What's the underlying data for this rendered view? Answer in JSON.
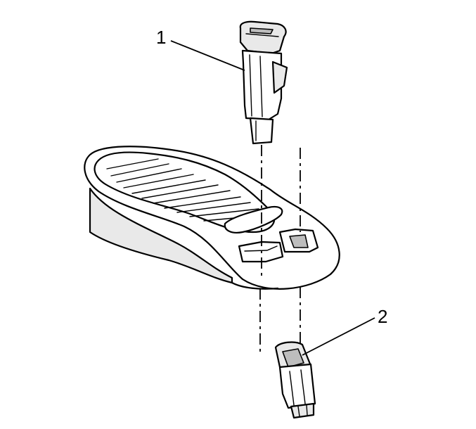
{
  "callouts": [
    {
      "id": "1",
      "label": "1"
    },
    {
      "id": "2",
      "label": "2"
    }
  ],
  "colors": {
    "ink": "#000000",
    "shade": "#e9e9e9",
    "dark_shade": "#bdbdbd",
    "background": "#ffffff"
  }
}
